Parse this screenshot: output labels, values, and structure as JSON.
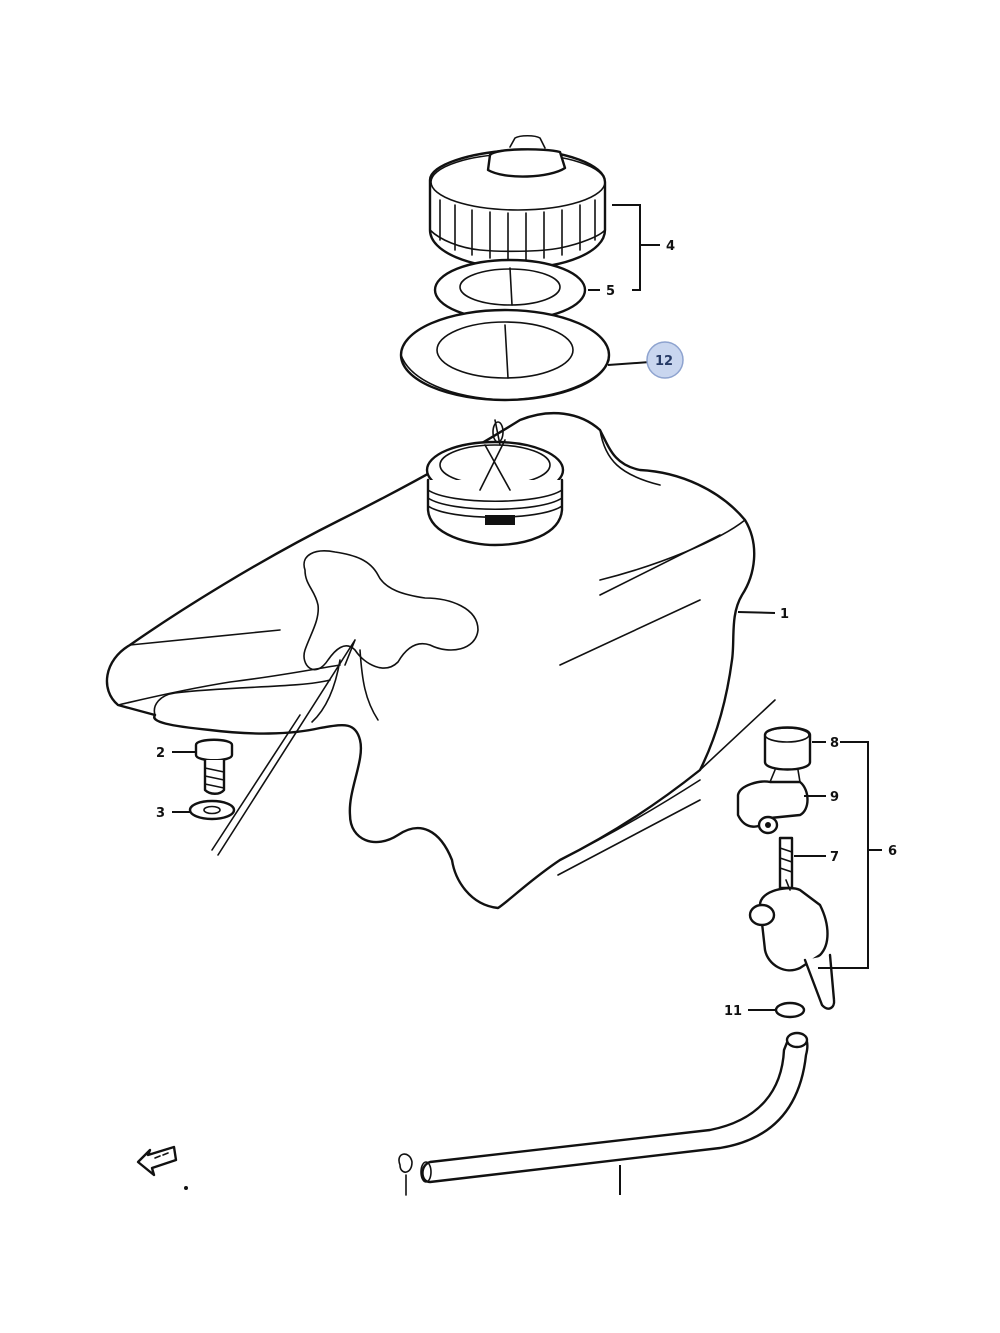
{
  "diagram": {
    "callouts": {
      "c1": "1",
      "c2": "2",
      "c3": "3",
      "c4": "4",
      "c5": "5",
      "c6": "6",
      "c7": "7",
      "c8": "8",
      "c9": "9",
      "c11": "11",
      "c12": "12"
    },
    "highlighted_callout": "12",
    "highlight_color": "#c9d6ef",
    "front_arrow_icon": "front-direction-arrow-icon"
  }
}
